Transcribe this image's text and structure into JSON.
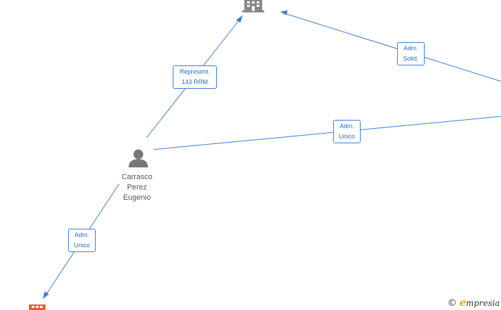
{
  "person": {
    "name_lines": [
      "Carrasco",
      "Perez",
      "Eugenio"
    ]
  },
  "edges": {
    "represent": {
      "line1": "Represent.",
      "line2": "143 RRM"
    },
    "adm_solid": {
      "line1": "Adm.",
      "line2": "Solid."
    },
    "adm_unico_right": {
      "line1": "Adm.",
      "line2": "Unico"
    },
    "adm_unico_left": {
      "line1": "Adm.",
      "line2": "Unico"
    }
  },
  "icons": {
    "company_top": "building-icon",
    "company_bottom": "building-icon",
    "person": "person-icon"
  },
  "colors": {
    "edge": "#3a7bd5",
    "company_gray": "#888888",
    "company_highlight": "#f05a28",
    "person_gray": "#777777",
    "brand_e": "#f0a020"
  },
  "watermark": {
    "copyright": "©",
    "brand_initial": "e",
    "brand_rest": "mpresia"
  }
}
